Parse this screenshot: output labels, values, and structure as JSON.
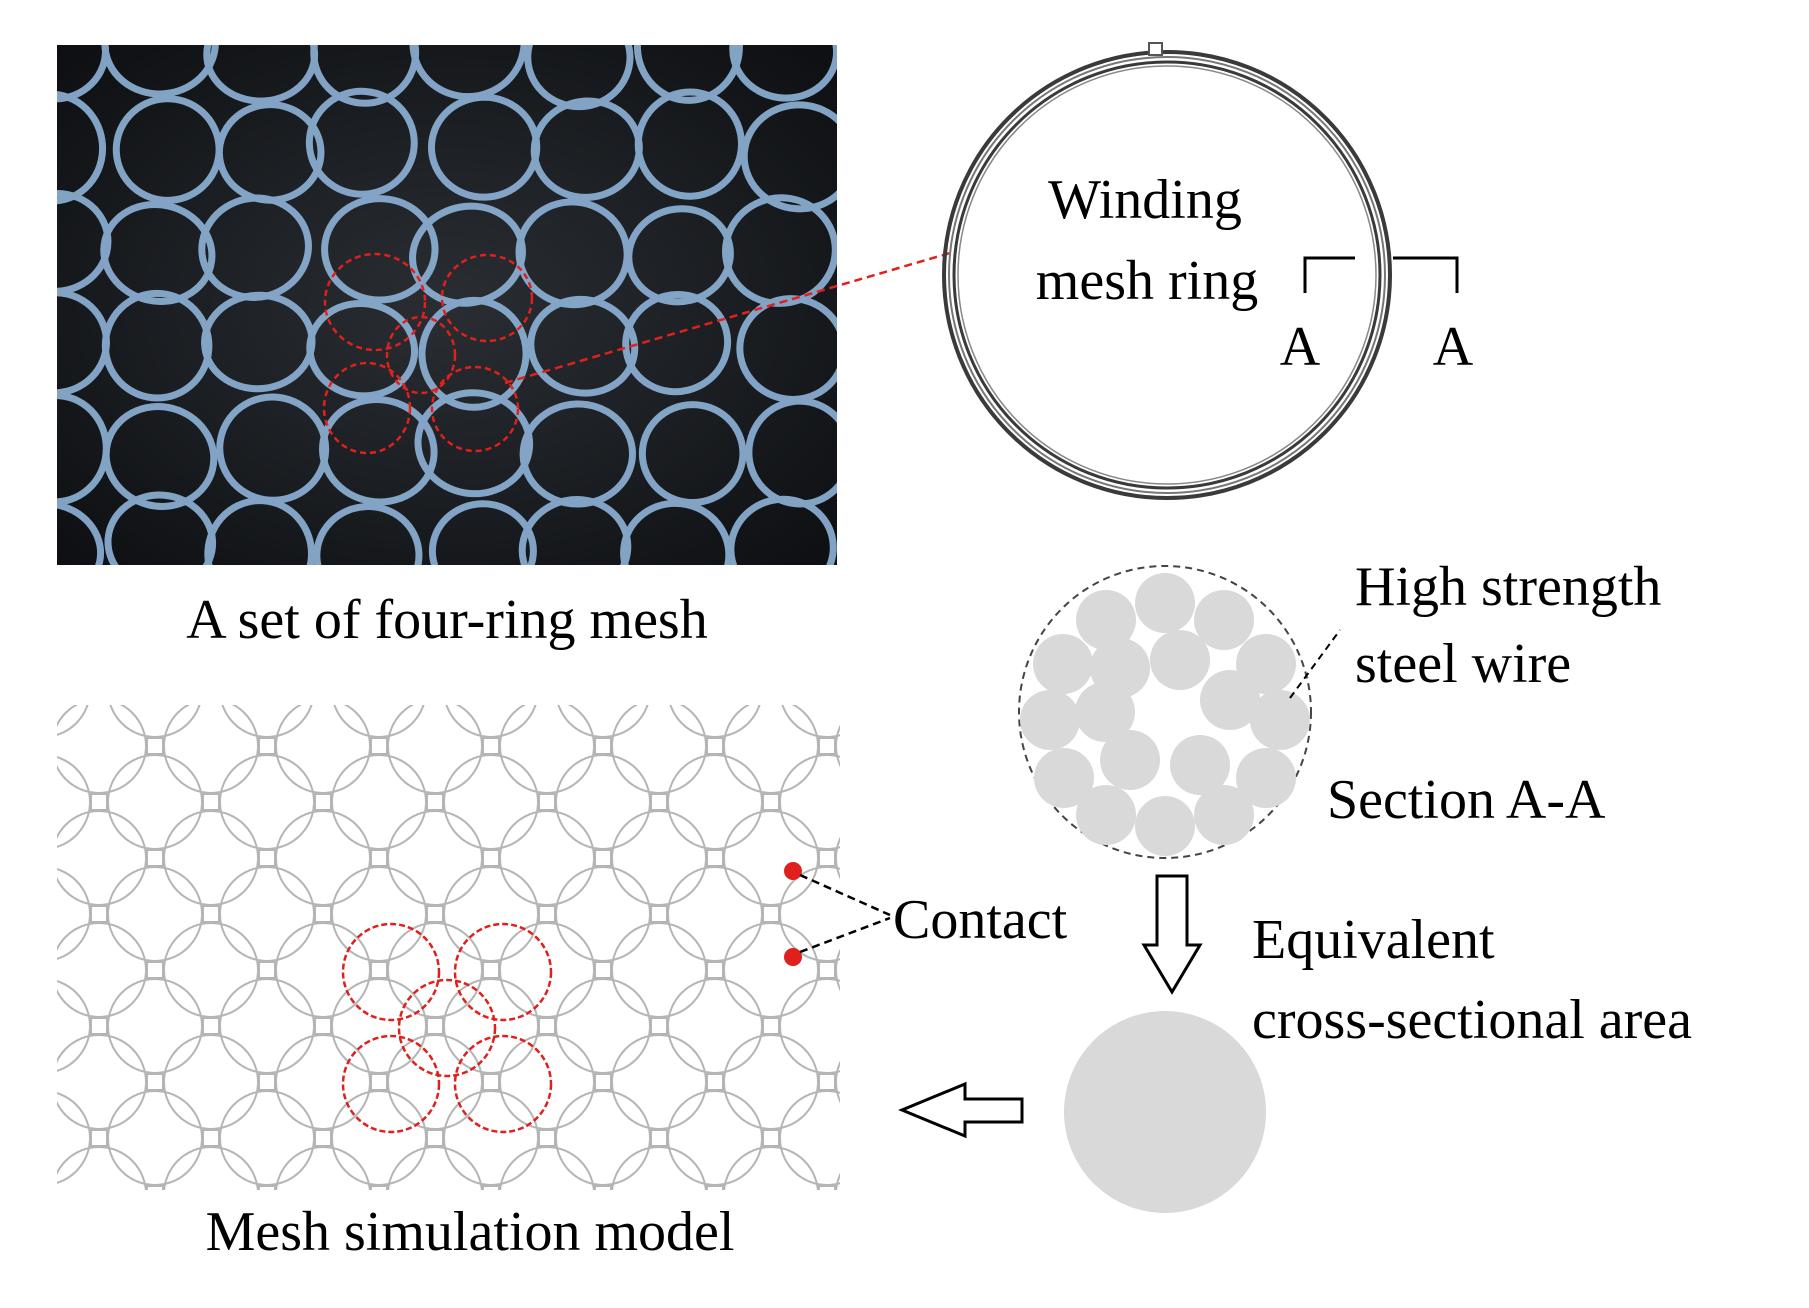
{
  "labels": {
    "photo_caption": "A set of four-ring mesh",
    "ring_line1": "Winding",
    "ring_line2": "mesh ring",
    "section_mark_left": "A",
    "section_mark_right": "A",
    "wire_line1": "High strength",
    "wire_line2": "steel wire",
    "section_caption": "Section A-A",
    "equiv_line1": "Equivalent",
    "equiv_line2": "cross-sectional area",
    "contact_label": "Contact",
    "model_caption": "Mesh simulation model"
  },
  "colors": {
    "photo_background": "#16191d",
    "photo_wire": "#8fb4d9",
    "highlight_red": "#e0201c",
    "mesh_gray": "#b5b5b5",
    "strand_fill": "#d9d9d9",
    "ring_stroke": "#3a3a3a"
  }
}
